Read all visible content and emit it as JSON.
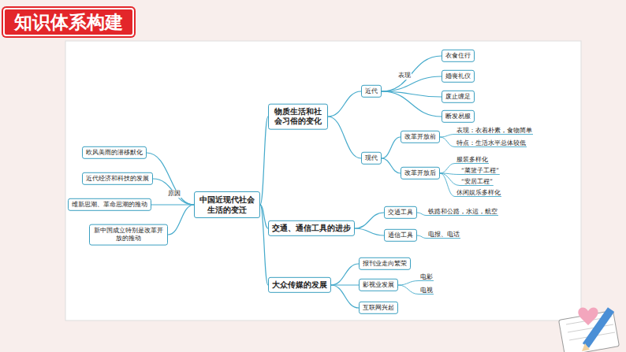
{
  "diagram": {
    "title": "知识体系构建",
    "nodes": [
      {
        "text": [
          "中国近现代社会生活的变迁"
        ]
      },
      {
        "text": [
          "欧风美雨的潜移默化"
        ]
      },
      {
        "text": [
          "近代经济和科技的发展"
        ]
      },
      {
        "text": [
          "维新思潮、革命思潮的推动"
        ]
      },
      {
        "text": [
          "新中国成立特别是改革开放的推动"
        ]
      },
      {
        "text": [
          "物质生活和社会习俗的变化"
        ]
      },
      {
        "text": [
          "近代"
        ]
      },
      {
        "text": [
          "衣食住行"
        ]
      },
      {
        "text": [
          "婚丧礼仪"
        ]
      },
      {
        "text": [
          "废止缠足"
        ]
      },
      {
        "text": [
          "断发易服"
        ]
      },
      {
        "text": [
          "现代"
        ]
      },
      {
        "text": [
          "改革开放前"
        ]
      },
      {
        "text": [
          "改革开放后"
        ]
      },
      {
        "text": [
          "交通、通信工具的进步"
        ]
      },
      {
        "text": [
          "交通工具"
        ]
      },
      {
        "text": [
          "通信工具"
        ]
      },
      {
        "text": [
          "大众传媒的发展"
        ]
      },
      {
        "text": [
          "报刊业走向繁荣"
        ]
      },
      {
        "text": [
          "影视业发展"
        ]
      },
      {
        "text": [
          "互联网兴起"
        ]
      }
    ],
    "edges": [
      {
        "from": 0,
        "to": 1,
        "arrow": "none"
      },
      {
        "from": 0,
        "to": 2,
        "arrow": "none"
      },
      {
        "from": 0,
        "to": 3,
        "arrow": "none"
      },
      {
        "from": 0,
        "to": 4,
        "arrow": "none"
      },
      {
        "from": 0,
        "to": 5,
        "arrow": "none"
      },
      {
        "from": 5,
        "to": 6,
        "arrow": "none"
      },
      {
        "from": 6,
        "to": 7,
        "arrow": "none"
      },
      {
        "from": 6,
        "to": 8,
        "arrow": "none"
      },
      {
        "from": 6,
        "to": 9,
        "arrow": "none"
      },
      {
        "from": 6,
        "to": 10,
        "arrow": "none"
      },
      {
        "from": 5,
        "to": 11,
        "arrow": "none"
      },
      {
        "from": 11,
        "to": 12,
        "arrow": "none"
      },
      {
        "from": 11,
        "to": 13,
        "arrow": "none"
      },
      {
        "from": 0,
        "to": 14,
        "arrow": "none"
      },
      {
        "from": 14,
        "to": 15,
        "arrow": "none"
      },
      {
        "from": 14,
        "to": 16,
        "arrow": "none"
      },
      {
        "from": 0,
        "to": 17,
        "arrow": "none"
      },
      {
        "from": 17,
        "to": 18,
        "arrow": "none"
      },
      {
        "from": 17,
        "to": 19,
        "arrow": "none"
      },
      {
        "from": 17,
        "to": 20,
        "arrow": "none"
      }
    ],
    "labels": [
      "原因",
      "表现",
      "表现：衣着朴素，食物简单",
      "特点：生活水平总体较低",
      "服装多样化",
      "“菜篮子工程”",
      "“安居工程”",
      "休闲娱乐多样化",
      "铁路和公路，水运，航空",
      "电报、电话",
      "电影",
      "电视"
    ]
  }
}
